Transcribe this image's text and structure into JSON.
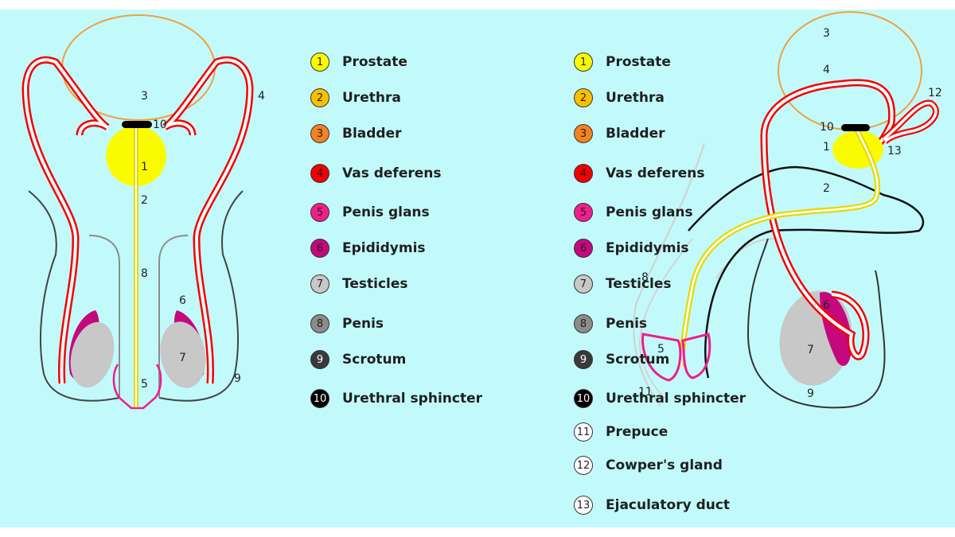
{
  "legend_left": [
    {
      "number": "1",
      "label": "Prostate",
      "color": "#fbfb00",
      "text_color": "#222222"
    },
    {
      "number": "2",
      "label": "Urethra",
      "color": "#fac000",
      "text_color": "#222222"
    },
    {
      "number": "3",
      "label": "Bladder",
      "color": "#f58220",
      "text_color": "#222222"
    },
    {
      "number": "4",
      "label": "Vas deferens",
      "color": "#f40000",
      "text_color": "#222222"
    },
    {
      "number": "5",
      "label": "Penis glans",
      "color": "#f01e8c",
      "text_color": "#222222"
    },
    {
      "number": "6",
      "label": "Epididymis",
      "color": "#c5087e",
      "text_color": "#222222"
    },
    {
      "number": "7",
      "label": "Testicles",
      "color": "#c8c8c8",
      "text_color": "#222222"
    },
    {
      "number": "8",
      "label": "Penis",
      "color": "#8c8c8c",
      "text_color": "#222222"
    },
    {
      "number": "9",
      "label": "Scrotum",
      "color": "#3a3a3a",
      "text_color": "#ffffff"
    },
    {
      "number": "10",
      "label": "Urethral sphincter",
      "color": "#000000",
      "text_color": "#ffffff"
    }
  ],
  "legend_right": [
    {
      "number": "1",
      "label": "Prostate",
      "color": "#fbfb00",
      "text_color": "#222222"
    },
    {
      "number": "2",
      "label": "Urethra",
      "color": "#fac000",
      "text_color": "#222222"
    },
    {
      "number": "3",
      "label": "Bladder",
      "color": "#f58220",
      "text_color": "#222222"
    },
    {
      "number": "4",
      "label": "Vas deferens",
      "color": "#f40000",
      "text_color": "#222222"
    },
    {
      "number": "5",
      "label": "Penis glans",
      "color": "#f01e8c",
      "text_color": "#222222"
    },
    {
      "number": "6",
      "label": "Epididymis",
      "color": "#c5087e",
      "text_color": "#222222"
    },
    {
      "number": "7",
      "label": "Testicles",
      "color": "#c8c8c8",
      "text_color": "#222222"
    },
    {
      "number": "8",
      "label": "Penis",
      "color": "#8c8c8c",
      "text_color": "#222222"
    },
    {
      "number": "9",
      "label": "Scrotum",
      "color": "#3a3a3a",
      "text_color": "#ffffff"
    },
    {
      "number": "10",
      "label": "Urethral sphincter",
      "color": "#000000",
      "text_color": "#ffffff"
    },
    {
      "number": "11",
      "label": "Prepuce",
      "color": "#ffffff",
      "text_color": "#222222"
    },
    {
      "number": "12",
      "label": "Cowper's gland",
      "color": "#ffffff",
      "text_color": "#222222"
    },
    {
      "number": "13",
      "label": "Ejaculatory duct",
      "color": "#ffffff",
      "text_color": "#222222"
    }
  ],
  "front_view_labels": [
    "1",
    "2",
    "3",
    "4",
    "5",
    "6",
    "7",
    "8",
    "9",
    "10"
  ],
  "side_view_labels": [
    "1",
    "2",
    "3",
    "4",
    "5",
    "6",
    "7",
    "8",
    "9",
    "10",
    "11",
    "12",
    "13"
  ],
  "colors": {
    "background": "#c2fafb",
    "bladder": "#f0a040",
    "vas_deferens": "#f40000",
    "urethra": "#e8d800",
    "prostate": "#fbfb00",
    "glans": "#f01e8c",
    "epididymis": "#c5087e",
    "testicle": "#c8c8c8",
    "penis": "#8c8c8c",
    "scrotum": "#3a3a3a",
    "sphincter": "#000000"
  }
}
